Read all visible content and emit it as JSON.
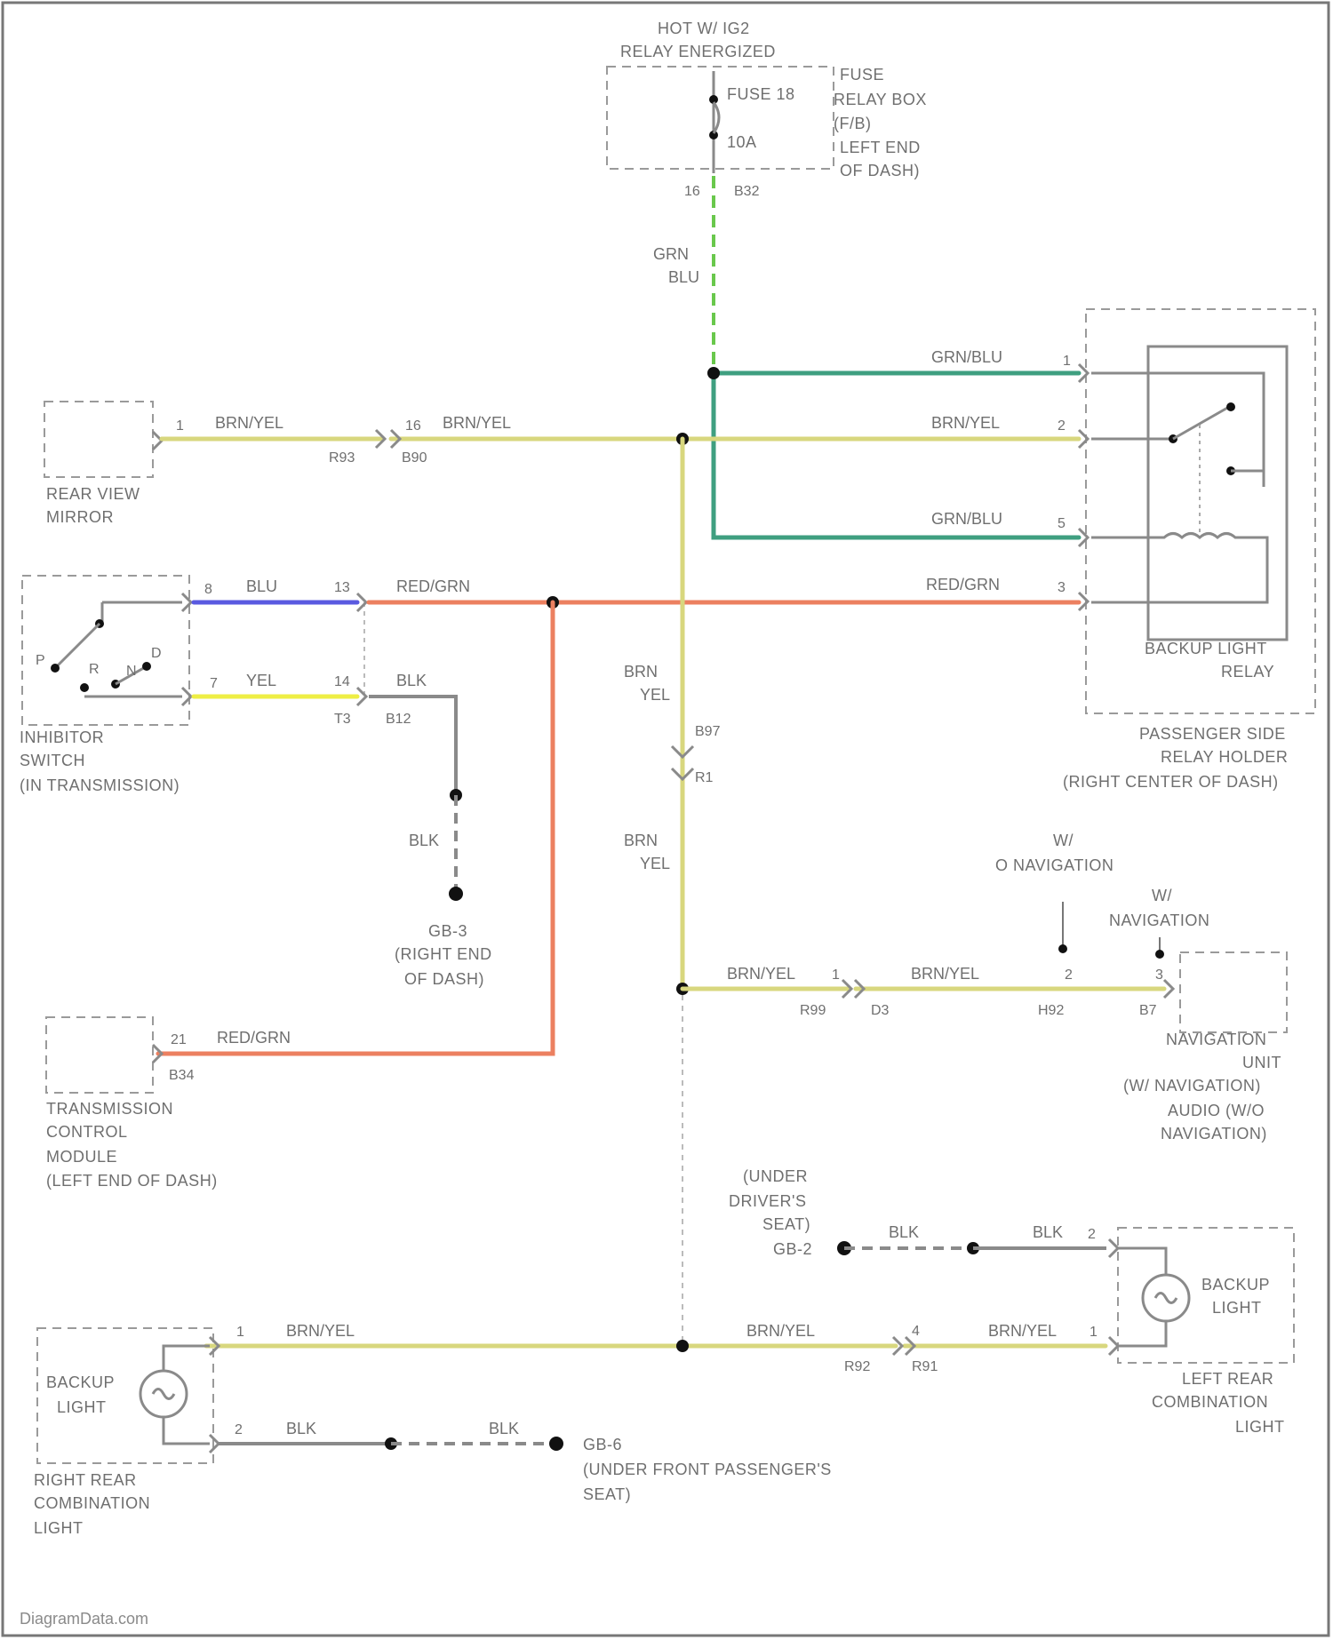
{
  "colors": {
    "brn_yel": "#d8d77e",
    "red_grn": "#ec8060",
    "blu": "#5a5ae0",
    "yel": "#eeee44",
    "grn_blu": "#3f9f80",
    "grn_blu_dashed": "#69c84c",
    "blk": "#8a8a8a",
    "text": "#6f6f6f"
  },
  "fuse": {
    "hot_line1": "HOT W/ IG2",
    "hot_line2": "RELAY ENERGIZED",
    "fuse_label": "FUSE 18",
    "amp": "10A",
    "pin": "16",
    "conn": "B32",
    "box_l1": "FUSE",
    "box_l2": "RELAY BOX",
    "box_l3": "(F/B)",
    "box_l4": "LEFT END",
    "box_l5": "OF DASH)"
  },
  "wires": {
    "grn": "GRN",
    "blu_dash": "BLU",
    "grn_blu_1": "GRN/BLU",
    "brn_yel_relay": "BRN/YEL",
    "grn_blu_3": "GRN/BLU",
    "red_grn_relay": "RED/GRN",
    "brn_yel_mirror": "BRN/YEL",
    "brn_yel_mid": "BRN/YEL",
    "blu": "BLU",
    "red_grn_top": "RED/GRN",
    "yel": "YEL",
    "blk_top": "BLK",
    "blk_vert": "BLK",
    "brn_v1": "BRN",
    "yel_v1": "YEL",
    "brn_v2": "BRN",
    "yel_v2": "YEL",
    "red_grn_tcm": "RED/GRN",
    "brn_yel_nav1": "BRN/YEL",
    "brn_yel_nav2": "BRN/YEL",
    "blk_ground_l": "BLK",
    "blk_ground_r": "BLK",
    "brn_yel_rr": "BRN/YEL",
    "brn_yel_lr1": "BRN/YEL",
    "brn_yel_lr2": "BRN/YEL",
    "blk_rr1": "BLK",
    "blk_rr2": "BLK"
  },
  "relay": {
    "pin1": "1",
    "pin2": "2",
    "pin3": "3",
    "pin5": "5",
    "name_l1": "BACKUP LIGHT",
    "name_l2": "RELAY",
    "holder_l1": "PASSENGER SIDE",
    "holder_l2": "RELAY HOLDER",
    "holder_l3": "(RIGHT CENTER OF DASH)"
  },
  "mirror": {
    "pin": "1",
    "pin_b": "16",
    "conn_a": "R93",
    "conn_b": "B90",
    "name_l1": "REAR VIEW",
    "name_l2": "MIRROR"
  },
  "inhibitor": {
    "pin_a": "8",
    "pin_b": "7",
    "pin_c": "13",
    "pin_d": "14",
    "conn": "T3",
    "conn_b": "B12",
    "r": "R",
    "n": "N",
    "d": "D",
    "p": "P",
    "name_l1": "INHIBITOR",
    "name_l2": "SWITCH",
    "name_l3": "(IN TRANSMISSION)"
  },
  "ground_gb3": {
    "l1": "GB-3",
    "l2": "(RIGHT END",
    "l3": "OF DASH)"
  },
  "splice": {
    "top": "B97",
    "bot": "R1"
  },
  "tcm": {
    "pin": "21",
    "conn": "B34",
    "name_l1": "TRANSMISSION",
    "name_l2": "CONTROL",
    "name_l3": "MODULE",
    "name_l4": "(LEFT END OF DASH)"
  },
  "nav": {
    "w_l1": "W/",
    "w_l2": "O NAVIGATION",
    "w2_l1": "W/",
    "w2_l2": "NAVIGATION",
    "pin1": "1",
    "pin2": "2",
    "pin3": "3",
    "conn_a": "R99",
    "conn_b": "D3",
    "conn_c": "H92",
    "conn_d": "B7",
    "name_l1": "NAVIGATION",
    "name_l2": "UNIT",
    "name_l3": "(W/ NAVIGATION)",
    "name_l4": "AUDIO (W/O",
    "name_l5": "NAVIGATION)"
  },
  "ground_gb2": {
    "l1": "(UNDER",
    "l2": "DRIVER'S",
    "l3": "SEAT)",
    "l4": "GB-2"
  },
  "left_rear": {
    "pin_top": "2",
    "pin_bot": "1",
    "conn_a": "R92",
    "conn_b": "R91",
    "conn_pin": "4",
    "lamp_l1": "BACKUP",
    "lamp_l2": "LIGHT",
    "name_l1": "LEFT REAR",
    "name_l2": "COMBINATION",
    "name_l3": "LIGHT"
  },
  "right_rear": {
    "pin_top": "1",
    "pin_bot": "2",
    "lamp_l1": "BACKUP",
    "lamp_l2": "LIGHT",
    "name_l1": "RIGHT REAR",
    "name_l2": "COMBINATION",
    "name_l3": "LIGHT"
  },
  "ground_gb6": {
    "l1": "GB-6",
    "l2": "(UNDER FRONT PASSENGER'S",
    "l3": "SEAT)"
  },
  "footer": {
    "watermark": "DiagramData.com"
  }
}
